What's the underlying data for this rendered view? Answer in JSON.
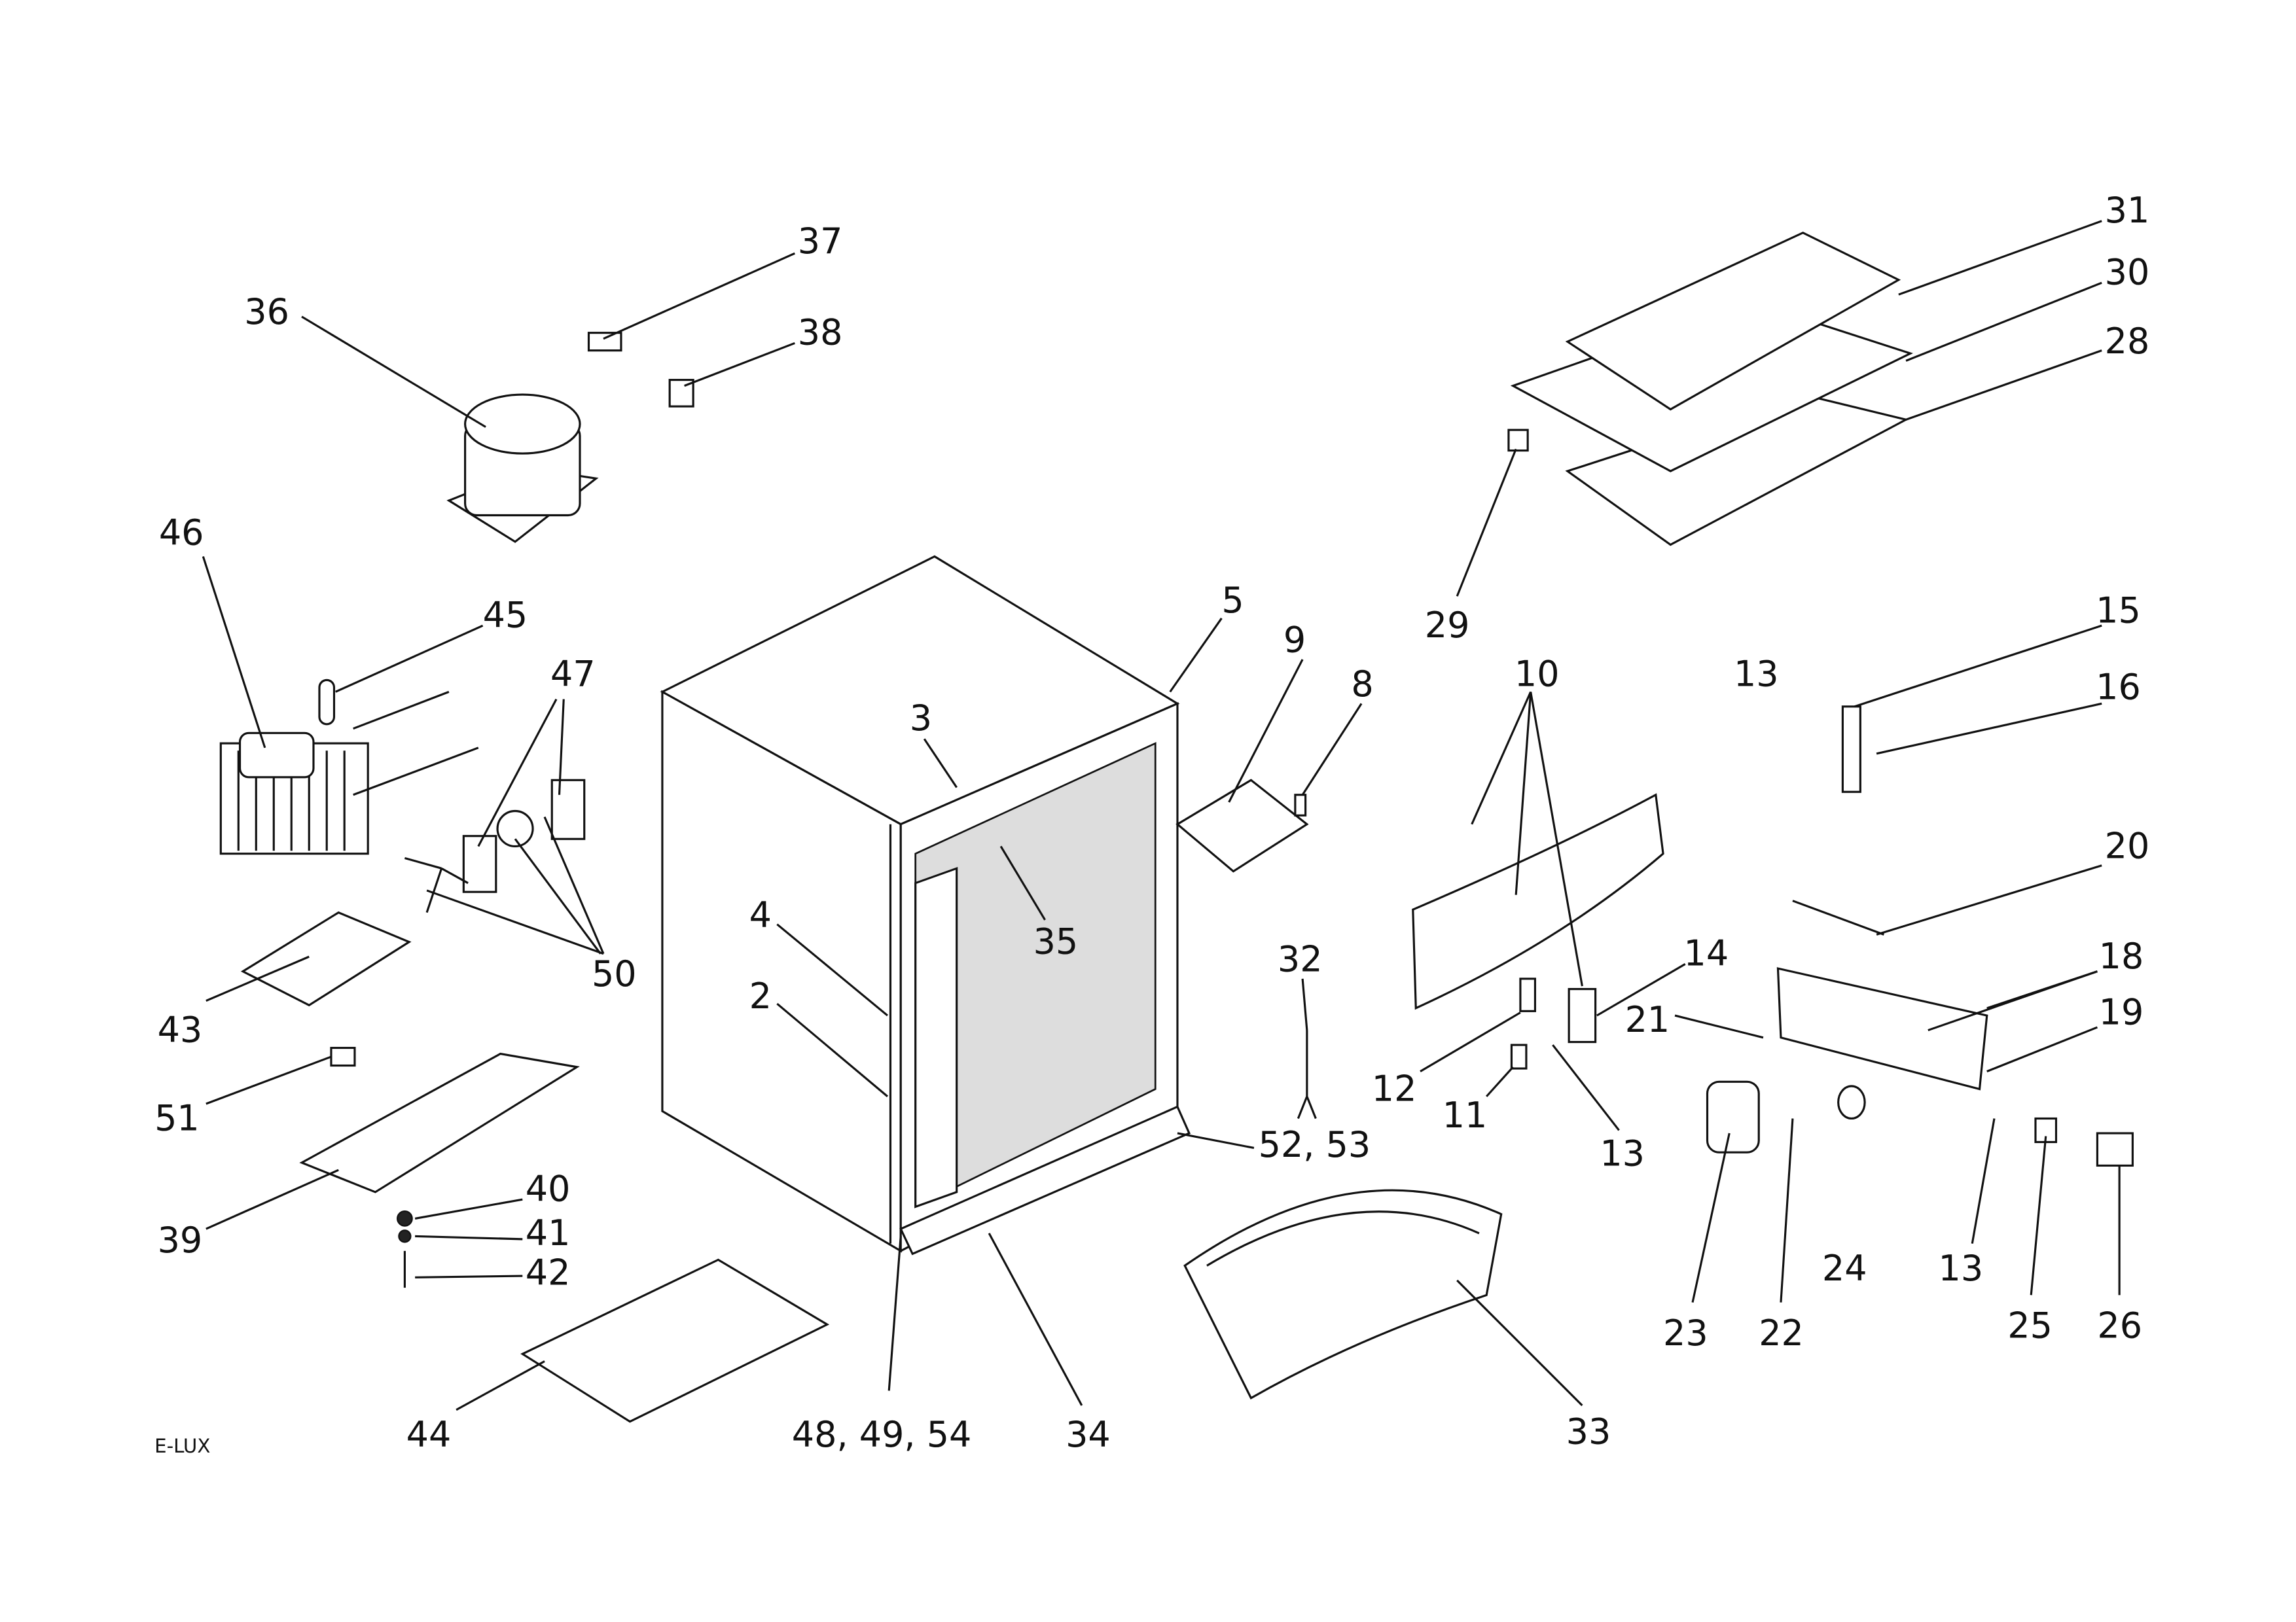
{
  "diagram": {
    "type": "exploded parts diagram (refrigerator)",
    "brand_mark": "E-LUX",
    "labels": [
      "37",
      "36",
      "38",
      "46",
      "45",
      "47",
      "5",
      "9",
      "8",
      "3",
      "35",
      "4",
      "2",
      "50",
      "43",
      "51",
      "39",
      "40",
      "41",
      "42",
      "44",
      "48, 49, 54",
      "34",
      "52, 53",
      "32",
      "33",
      "31",
      "30",
      "28",
      "29",
      "10",
      "15",
      "13",
      "16",
      "20",
      "14",
      "18",
      "19",
      "21",
      "12",
      "11",
      "13",
      "23",
      "22",
      "24",
      "13",
      "25",
      "26"
    ]
  }
}
